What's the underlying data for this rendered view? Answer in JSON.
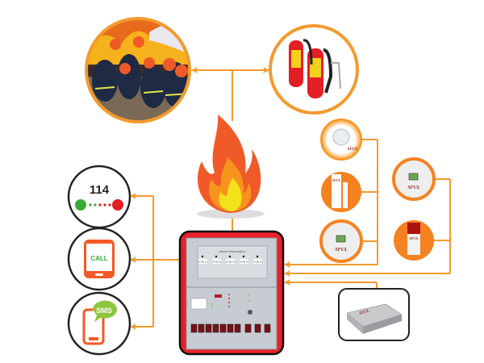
{
  "colors": {
    "connector": "#f39a2e",
    "panel_frame": "#e8202a",
    "flame_outer": "#f05a28",
    "flame_mid": "#f7941d",
    "flame_core": "#f2e21b",
    "accent_green": "#3aa935",
    "phone_orange": "#f15a24"
  },
  "notifications": {
    "hotline": {
      "number": "114",
      "icon": "phone-call-icon"
    },
    "call": {
      "label": "CALL",
      "icon": "smartphone-icon"
    },
    "sms": {
      "label": "SMS",
      "icon": "sms-bubble-icon"
    }
  },
  "panel": {
    "display_title": "CIRCUIT STATE DISPLAY",
    "zones": [
      "ZONE 01",
      "ZONE 02",
      "ZONE 03",
      "ZONE 04",
      "ZONE 05"
    ]
  },
  "devices": {
    "brand": "SFUL",
    "items": [
      "smoke-detector",
      "door-sensor",
      "gas-detector",
      "gas-detector",
      "siren"
    ]
  },
  "top": {
    "left_image": "firefighters-photo",
    "right_image": "fire-extinguishers"
  }
}
